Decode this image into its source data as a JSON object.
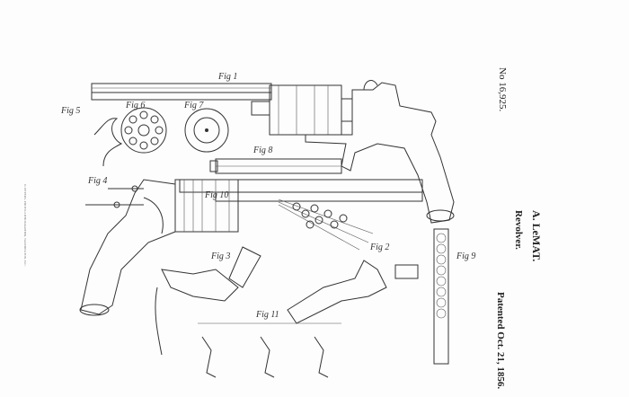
{
  "patent": {
    "number": "No 16,925.",
    "inventor": "A. LeMAT.",
    "title": "Revolver.",
    "date": "Patented Oct. 21, 1856.",
    "printer": "N. PETERS, PHOTO-LITHOGRAPHER, WASHINGTON, D.C."
  },
  "figures": [
    "Fig 1",
    "Fig 2",
    "Fig 3",
    "Fig 4",
    "Fig 5",
    "Fig 6",
    "Fig 7",
    "Fig 8",
    "Fig 9",
    "Fig 10",
    "Fig 11"
  ]
}
